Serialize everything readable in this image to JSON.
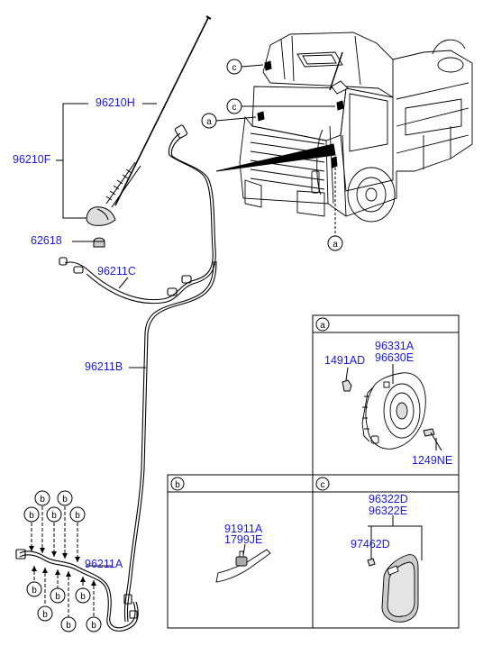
{
  "parts": {
    "p96210H": "96210H",
    "p96210F": "96210F",
    "p62618": "62618",
    "p96211C": "96211C",
    "p96211B": "96211B",
    "p96211A": "96211A",
    "p96331A": "96331A",
    "p96630E": "96630E",
    "p1491AD": "1491AD",
    "p1249NE": "1249NE",
    "p91911A": "91911A",
    "p1799JE": "1799JE",
    "p96322D": "96322D",
    "p96322E": "96322E",
    "p97462D": "97462D"
  },
  "callouts": {
    "a": "a",
    "b": "b",
    "c": "c"
  },
  "colors": {
    "part_number": "#1a1ad6",
    "line": "#000000"
  }
}
